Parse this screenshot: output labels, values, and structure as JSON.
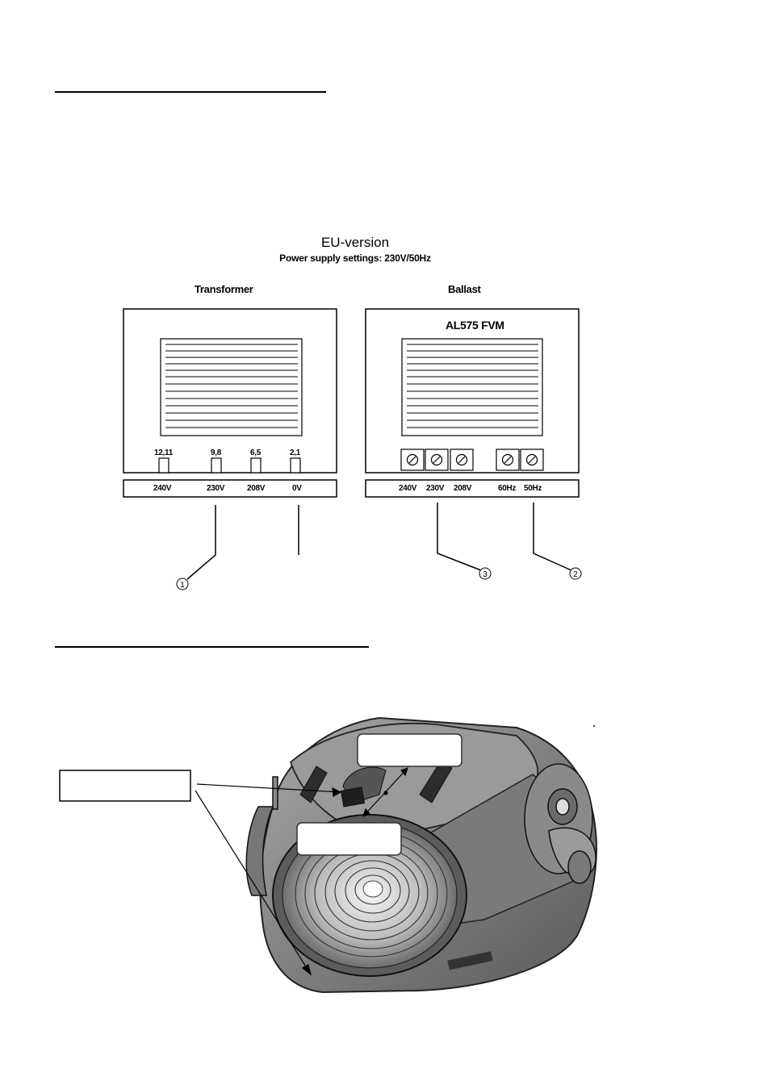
{
  "diagram": {
    "title": "EU-version",
    "subtitle": "Power supply settings: 230V/50Hz",
    "transformer": {
      "label": "Transformer",
      "taps": [
        "12,11",
        "9,8",
        "6,5",
        "2,1"
      ],
      "voltages": [
        "240V",
        "230V",
        "208V",
        "0V"
      ]
    },
    "ballast": {
      "label": "Ballast",
      "model": "AL575 FVM",
      "voltages": [
        "240V",
        "230V",
        "208V"
      ],
      "frequencies": [
        "60Hz",
        "50Hz"
      ]
    },
    "callouts": [
      "1",
      "2",
      "3"
    ]
  },
  "colors": {
    "ink": "#000000",
    "paper": "#ffffff",
    "fixture_shade": "#8a8a8a"
  }
}
